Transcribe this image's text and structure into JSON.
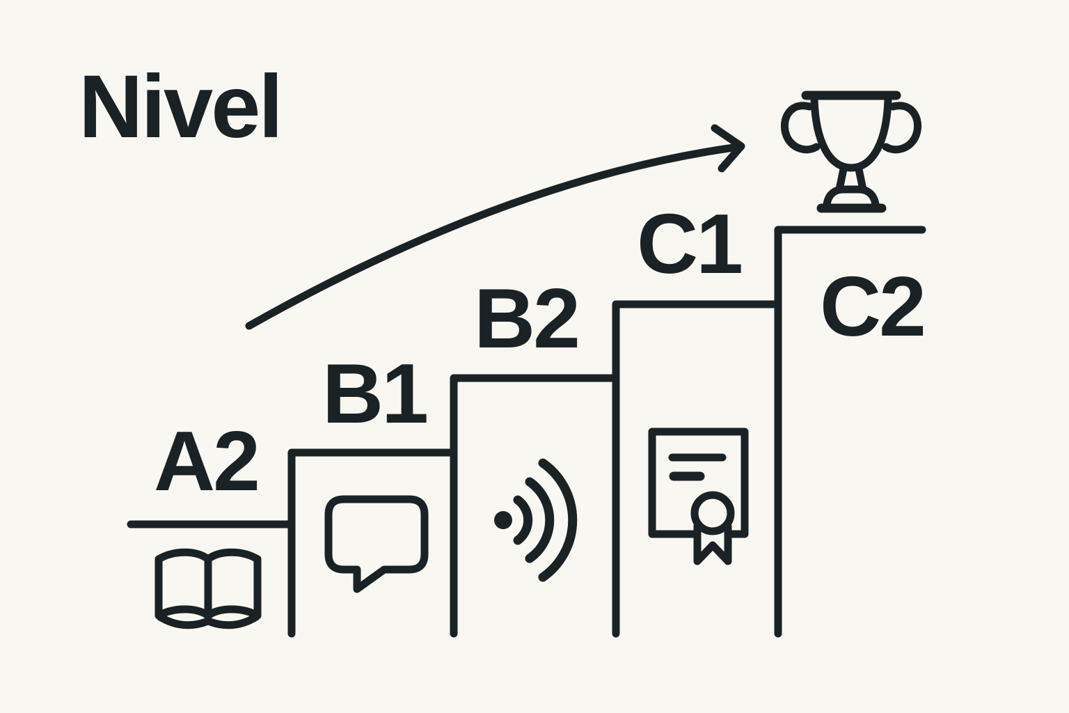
{
  "title": "Nivel",
  "colors": {
    "ink": "#1a2225",
    "background": "#f8f7f2"
  },
  "steps": [
    {
      "label": "A2",
      "icon": "open-book-icon"
    },
    {
      "label": "B1",
      "icon": "speech-bubble-icon"
    },
    {
      "label": "B2",
      "icon": "sound-waves-icon"
    },
    {
      "label": "C1",
      "icon": "certificate-icon"
    },
    {
      "label": "C2",
      "icon": "trophy-icon"
    }
  ]
}
